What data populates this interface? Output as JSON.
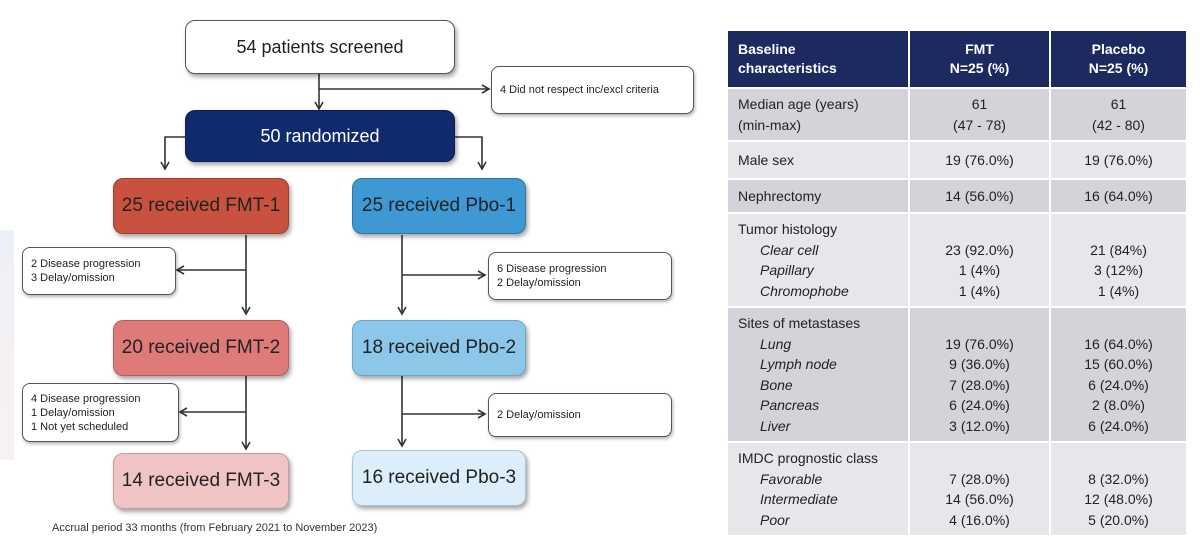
{
  "flow": {
    "screened": "54 patients screened",
    "excluded_note": "4 Did not respect inc/excl criteria",
    "randomized": "50 randomized",
    "fmt1": "25 received FMT-1",
    "fmt2": "20 received FMT-2",
    "fmt3": "14 received FMT-3",
    "pbo1": "25 received Pbo-1",
    "pbo2": "18 received Pbo-2",
    "pbo3": "16 received Pbo-3",
    "fmt1_dropout": [
      "2 Disease progression",
      "3 Delay/omission"
    ],
    "fmt2_dropout": [
      "4 Disease progression",
      "1 Delay/omission",
      "1  Not yet scheduled"
    ],
    "pbo1_dropout": [
      "6 Disease progression",
      "2 Delay/omission"
    ],
    "pbo2_dropout": [
      "2 Delay/omission"
    ],
    "accrual": "Accrual period 33 months (from February 2021 to November 2023)"
  },
  "table": {
    "header": {
      "col1": [
        "Baseline",
        "characteristics"
      ],
      "col2": [
        "FMT",
        "N=25 (%)"
      ],
      "col3": [
        "Placebo",
        "N=25 (%)"
      ]
    },
    "rows": {
      "age": {
        "label": [
          "Median age (years)",
          "(min-max)"
        ],
        "fmt": [
          "61",
          "(47 - 78)"
        ],
        "pbo": [
          "61",
          "(42 - 80)"
        ]
      },
      "male": {
        "label": "Male sex",
        "fmt": "19 (76.0%)",
        "pbo": "19 (76.0%)"
      },
      "nephrectomy": {
        "label": "Nephrectomy",
        "fmt": "14 (56.0%)",
        "pbo": "16 (64.0%)"
      },
      "histology": {
        "label": "Tumor histology",
        "items": [
          {
            "name": "Clear cell",
            "fmt": "23 (92.0%)",
            "pbo": "21 (84%)"
          },
          {
            "name": "Papillary",
            "fmt": "1 (4%)",
            "pbo": "3 (12%)"
          },
          {
            "name": "Chromophobe",
            "fmt": "1 (4%)",
            "pbo": "1 (4%)"
          }
        ]
      },
      "metastases": {
        "label": "Sites of metastases",
        "items": [
          {
            "name": "Lung",
            "fmt": "19 (76.0%)",
            "pbo": "16 (64.0%)"
          },
          {
            "name": "Lymph node",
            "fmt": "9 (36.0%)",
            "pbo": "15 (60.0%)"
          },
          {
            "name": "Bone",
            "fmt": "7 (28.0%)",
            "pbo": "6 (24.0%)"
          },
          {
            "name": "Pancreas",
            "fmt": "6 (24.0%)",
            "pbo": "2 (8.0%)"
          },
          {
            "name": "Liver",
            "fmt": "3 (12.0%)",
            "pbo": "6 (24.0%)"
          }
        ]
      },
      "imdc": {
        "label": "IMDC prognostic class",
        "items": [
          {
            "name": "Favorable",
            "fmt": "7 (28.0%)",
            "pbo": "8 (32.0%)"
          },
          {
            "name": "Intermediate",
            "fmt": "14 (56.0%)",
            "pbo": "12 (48.0%)"
          },
          {
            "name": "Poor",
            "fmt": "4 (16.0%)",
            "pbo": "5 (20.0%)"
          }
        ]
      }
    }
  },
  "colors": {
    "randomized": "#102a6e",
    "fmt1": "#c8523f",
    "fmt2": "#de7a78",
    "fmt3": "#f0c4c4",
    "pbo1": "#3e98d3",
    "pbo2": "#8cc7e9",
    "pbo3": "#dceef9",
    "table_header": "#1c2a5f"
  }
}
